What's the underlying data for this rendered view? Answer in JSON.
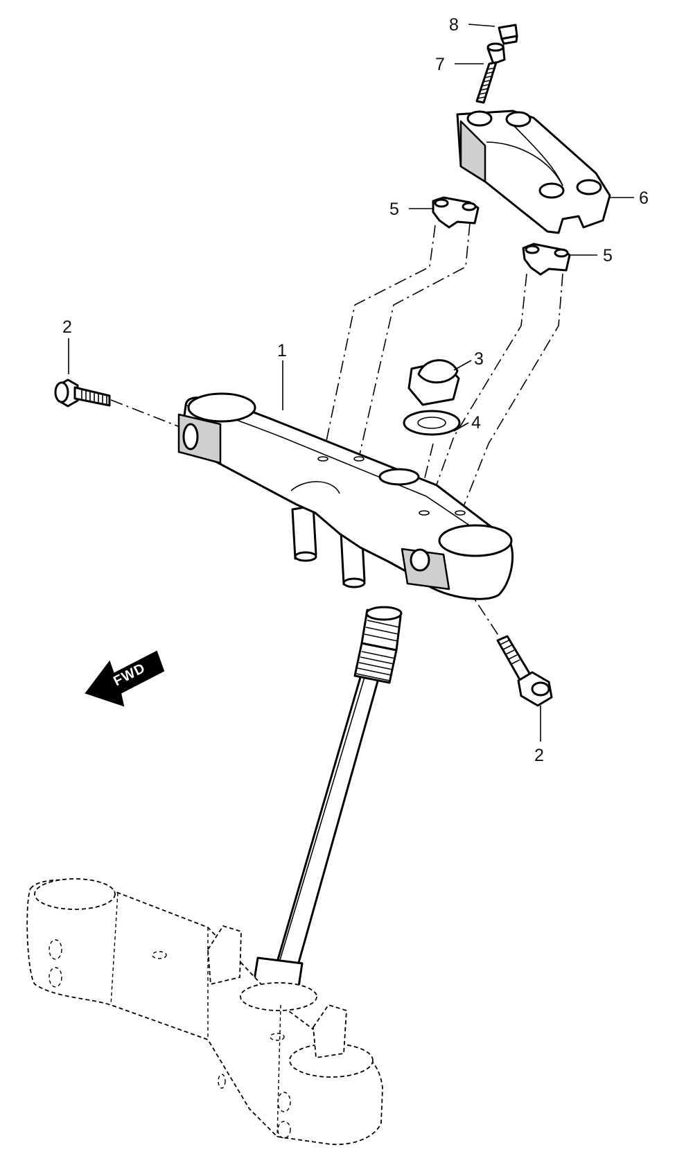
{
  "labels": {
    "part_1": "1",
    "part_2_left": "2",
    "part_2_right": "2",
    "part_3": "3",
    "part_4": "4",
    "part_5_left": "5",
    "part_5_right": "5",
    "part_6": "6",
    "part_7": "7",
    "part_8": "8"
  },
  "direction_arrow": {
    "text": "FWD",
    "icon": "forward-direction-arrow-icon"
  }
}
